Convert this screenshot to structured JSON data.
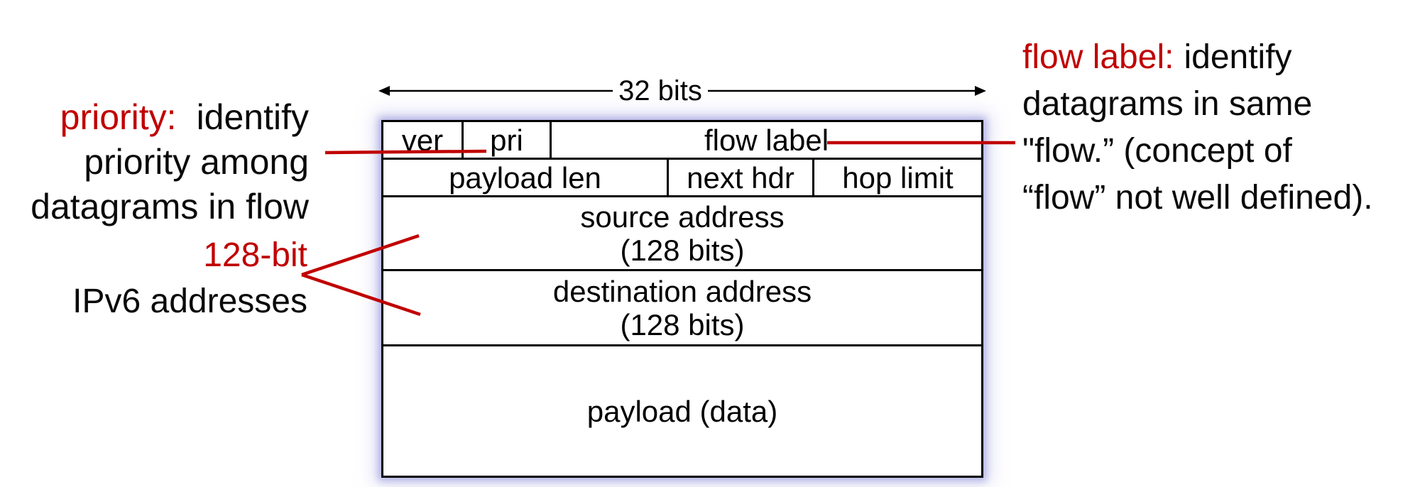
{
  "colors": {
    "annotation_red": "#c00000",
    "line_black": "#000000",
    "glow_lavender": "#b0b0e8"
  },
  "scale_arrow": {
    "label": "32 bits"
  },
  "packet_header": {
    "row1": {
      "ver": "ver",
      "pri": "pri",
      "flow_label": "flow label"
    },
    "row2": {
      "payload_len": "payload len",
      "next_hdr": "next hdr",
      "hop_limit": "hop limit"
    },
    "row3": {
      "title": "source address",
      "sub": "(128 bits)"
    },
    "row4": {
      "title": "destination address",
      "sub": "(128 bits)"
    },
    "row5": {
      "title": "payload (data)"
    }
  },
  "annotations": {
    "priority": {
      "lead": "priority:",
      "line1_rest": "identify",
      "line2": "priority among",
      "line3": "datagrams in flow"
    },
    "addresses": {
      "lead": "128-bit",
      "line2": "IPv6 addresses"
    },
    "flow_label": {
      "lead": "flow label:",
      "line1_rest": "identify",
      "line2": "datagrams in same",
      "line3": "\"flow.” (concept of",
      "line4": "“flow” not well defined)."
    }
  }
}
